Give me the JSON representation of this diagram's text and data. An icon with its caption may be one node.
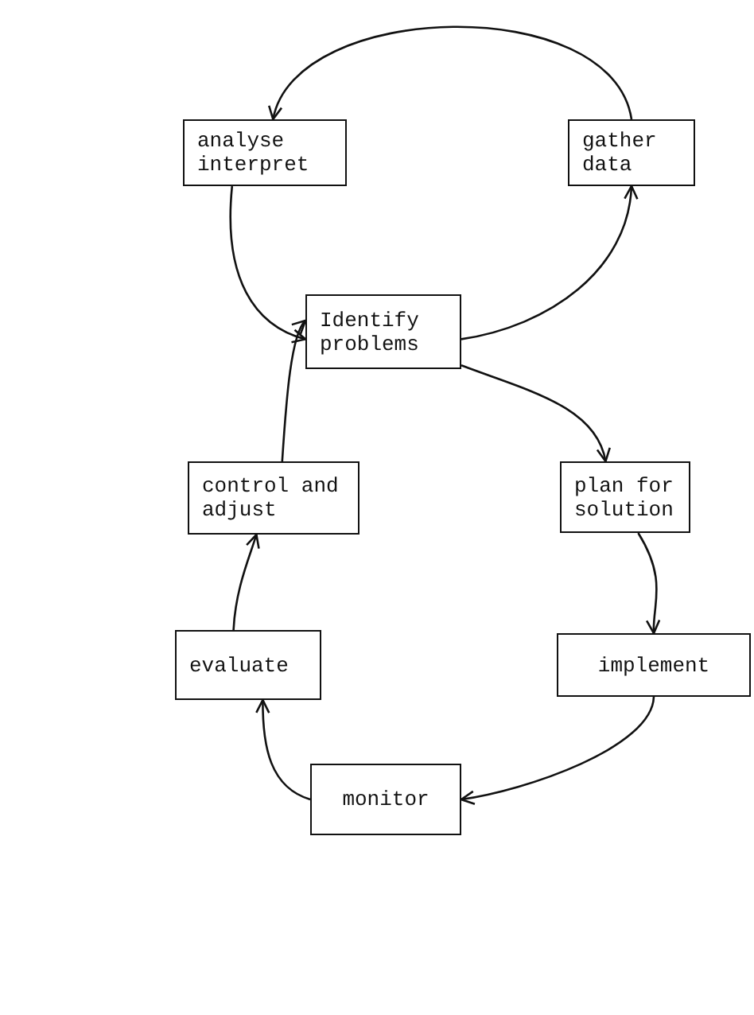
{
  "diagram": {
    "nodes": [
      {
        "text": [
          "analyse interpret"
        ]
      },
      {
        "text": [
          "gather data"
        ]
      },
      {
        "text": [
          "Identify problems"
        ]
      },
      {
        "text": [
          "control and adjust"
        ]
      },
      {
        "text": [
          "plan for solution"
        ]
      },
      {
        "text": [
          "evaluate"
        ]
      },
      {
        "text": [
          "implement"
        ]
      },
      {
        "text": [
          "monitor"
        ]
      }
    ],
    "edges": [
      {
        "from": 1,
        "to": 0,
        "arrow": "to"
      },
      {
        "from": 0,
        "to": 2,
        "arrow": "to"
      },
      {
        "from": 2,
        "to": 1,
        "arrow": "to"
      },
      {
        "from": 2,
        "to": 4,
        "arrow": "to"
      },
      {
        "from": 4,
        "to": 6,
        "arrow": "to"
      },
      {
        "from": 6,
        "to": 7,
        "arrow": "to"
      },
      {
        "from": 7,
        "to": 5,
        "arrow": "to"
      },
      {
        "from": 5,
        "to": 3,
        "arrow": "to"
      },
      {
        "from": 3,
        "to": 2,
        "arrow": "to"
      }
    ]
  }
}
